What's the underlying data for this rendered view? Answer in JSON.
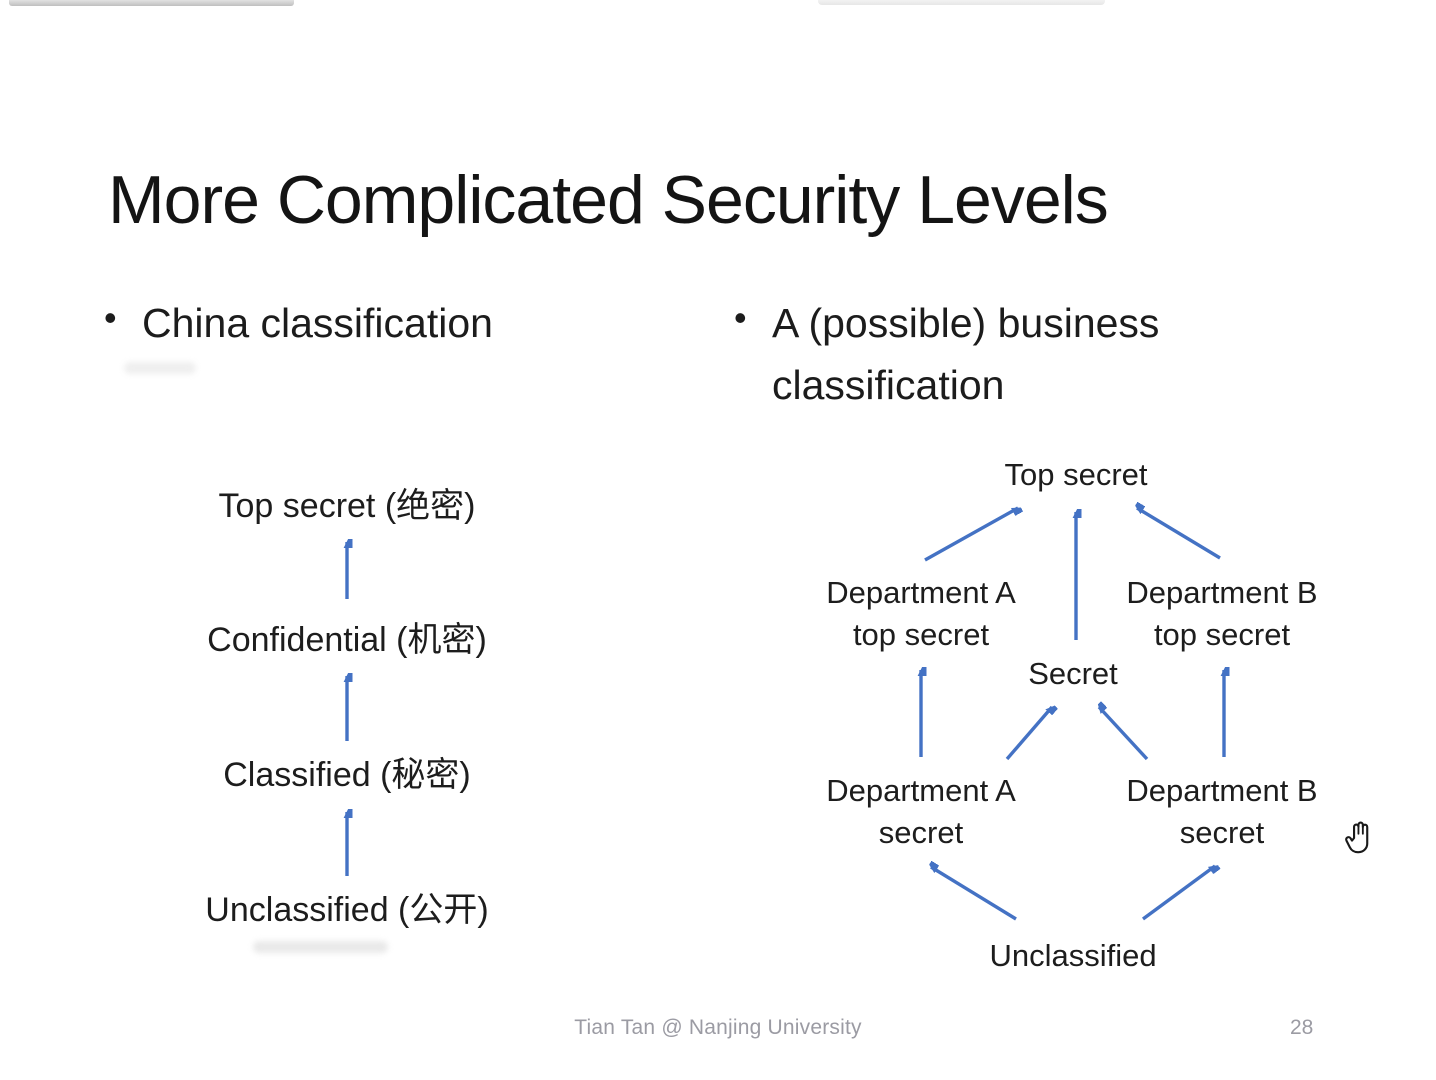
{
  "title": "More Complicated Security Levels",
  "bullet_char": "•",
  "bullets": {
    "left": "China classification",
    "right": "A (possible) business classification"
  },
  "china_classification": {
    "levels_top_to_bottom": [
      "Top secret (绝密)",
      "Confidential (机密)",
      "Classified (秘密)",
      "Unclassified (公开)"
    ],
    "edges": [
      "Unclassified (公开) → Classified (秘密)",
      "Classified (秘密) → Confidential (机密)",
      "Confidential (机密) → Top secret (绝密)"
    ]
  },
  "business_classification": {
    "nodes": {
      "top_secret": "Top secret",
      "dept_a_top_secret": "Department A top secret",
      "dept_b_top_secret": "Department B top secret",
      "secret": "Secret",
      "dept_a_secret": "Department A secret",
      "dept_b_secret": "Department B secret",
      "unclassified": "Unclassified"
    },
    "edges": [
      "Department A top secret → Top secret",
      "Secret → Top secret",
      "Department B top secret → Top secret",
      "Department A secret → Department A top secret",
      "Department A secret → Secret",
      "Department B secret → Secret",
      "Department B secret → Department B top secret",
      "Unclassified → Department A secret",
      "Unclassified → Department B secret"
    ]
  },
  "footer": {
    "credit": "Tian Tan @ Nanjing University",
    "page": "28"
  },
  "cursor": "open-hand",
  "colors": {
    "arrow": "#4472c4",
    "text": "#1d1d1d",
    "footer_text": "#9b9ba3"
  }
}
